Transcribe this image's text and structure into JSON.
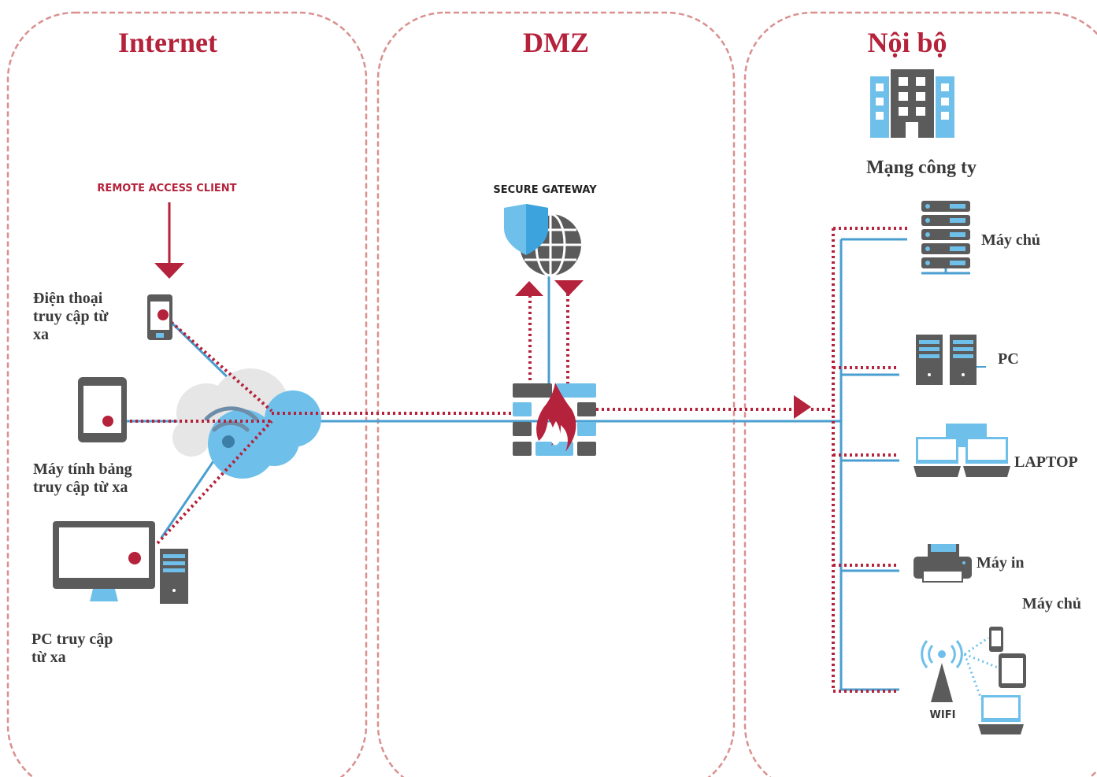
{
  "zones": {
    "internet": "Internet",
    "dmz": "DMZ",
    "internal": "Nội bộ"
  },
  "labels": {
    "remote_access_client": "REMOTE ACCESS CLIENT",
    "secure_gateway": "SECURE GATEWAY",
    "company_network": "Mạng công ty",
    "phone_line1": "Điện thoại",
    "phone_line2": "truy cập từ",
    "phone_line3": "xa",
    "tablet_line1": "Máy tính bảng",
    "tablet_line2": "truy cập từ xa",
    "pc_line1": "PC truy cập",
    "pc_line2": "từ xa",
    "server": "Máy chủ",
    "pc": "PC",
    "laptop": "LAPTOP",
    "printer": "Máy in",
    "wifi_group": "Máy chủ",
    "wifi": "WIFI"
  },
  "colors": {
    "accent_red": "#b5223b",
    "zone_border": "#d9908f",
    "network_blue": "#4a9fd0",
    "light_blue": "#6ec0ea",
    "device_gray": "#5b5b5b",
    "cloud_gray": "#e6e6e6"
  },
  "icons": [
    "building-icon",
    "phone-icon",
    "tablet-icon",
    "monitor-icon",
    "tower-icon",
    "cloud-icon",
    "wifi-icon",
    "shield-icon",
    "globe-icon",
    "firewall-icon",
    "server-rack-icon",
    "pc-tower-icon",
    "laptop-icon",
    "printer-icon",
    "antenna-icon"
  ]
}
